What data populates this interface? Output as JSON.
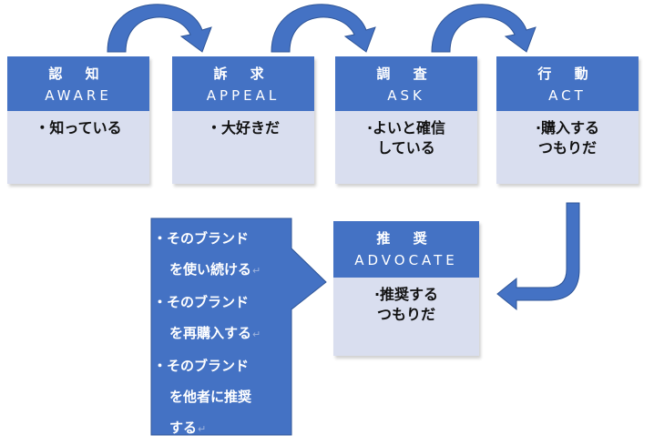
{
  "stages": [
    {
      "title": "認 知",
      "subtitle": "AWARE",
      "body": [
        "・知っている"
      ]
    },
    {
      "title": "訴 求",
      "subtitle": "APPEAL",
      "body": [
        "・大好きだ"
      ]
    },
    {
      "title": "調 査",
      "subtitle": "ASK",
      "body": [
        "·よいと確信",
        "している"
      ]
    },
    {
      "title": "行 動",
      "subtitle": "ACT",
      "body": [
        "·購入する",
        "つもりだ"
      ]
    },
    {
      "title": "推 奨",
      "subtitle": "ADVOCATE",
      "body": [
        "·推奨する",
        "つもりだ"
      ]
    }
  ],
  "callout": {
    "lines": [
      "・そのブランド",
      "を使い続ける",
      "・そのブランド",
      "を再購入する",
      "・そのブランド",
      "を他者に推奨",
      "する"
    ],
    "return_mark": "↵"
  },
  "colors": {
    "header": "#4472c4",
    "body": "#d9deef",
    "arrow": "#4472c4",
    "arrow_outline": "#2f5597"
  }
}
